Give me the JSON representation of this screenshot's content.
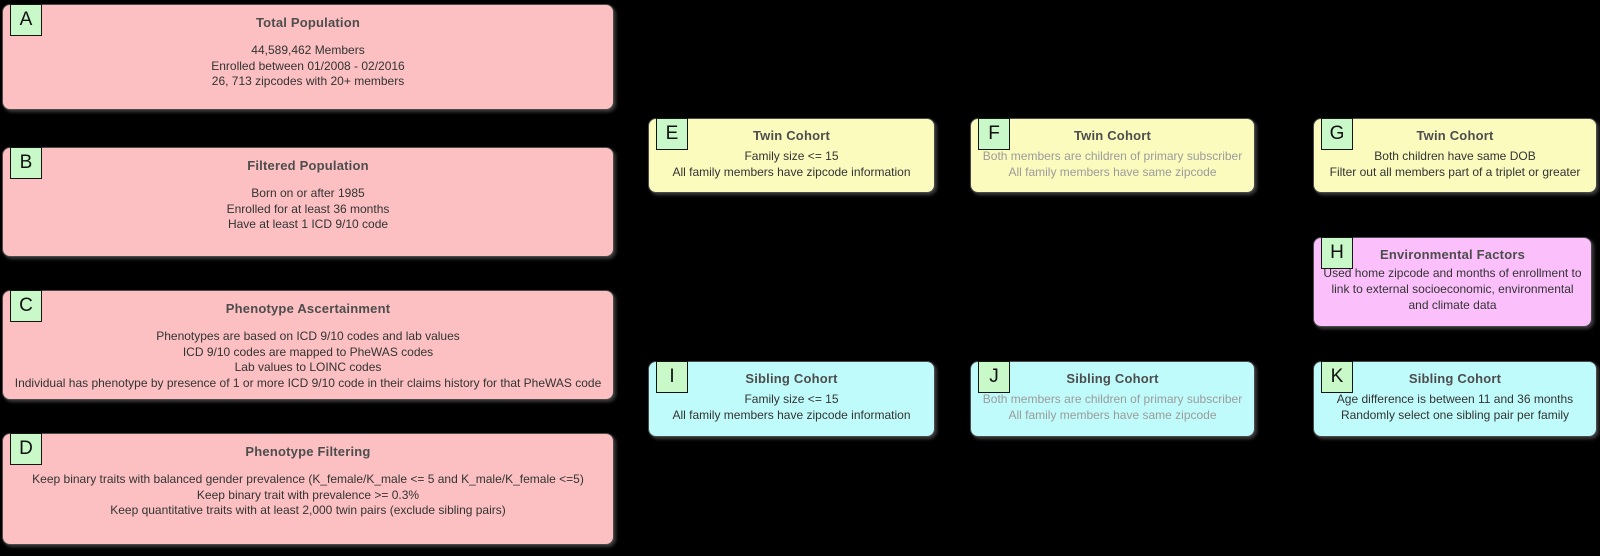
{
  "diagram": {
    "background": "#000000",
    "colors": {
      "population_fill": "#fcc0c2",
      "twin_fill": "#fbfbbe",
      "sibling_fill": "#c0fbfb",
      "environment_fill": "#fbc0fb",
      "badge_fill": "#c9f8c9",
      "box_border": "#4a4a4a",
      "title_text": "#4d4d4d",
      "body_text": "#333333",
      "muted_body_text": "#9b9b9b"
    },
    "nodes": [
      {
        "id": "A",
        "title": "Total Population",
        "lines": [
          "44,589,462 Members",
          "Enrolled between 01/2008 - 02/2016",
          "26, 713 zipcodes with 20+ members"
        ]
      },
      {
        "id": "B",
        "title": "Filtered Population",
        "lines": [
          "Born on or after 1985",
          "Enrolled for at least 36 months",
          "Have at least 1 ICD 9/10 code"
        ]
      },
      {
        "id": "C",
        "title": "Phenotype Ascertainment",
        "lines": [
          "Phenotypes are based on ICD 9/10 codes and lab values",
          "ICD 9/10 codes are mapped to PheWAS codes",
          "Lab values to LOINC codes",
          "Individual has phenotype by presence of 1 or more ICD 9/10 code in their claims history for that PheWAS code"
        ]
      },
      {
        "id": "D",
        "title": "Phenotype Filtering",
        "lines": [
          "Keep binary traits with balanced gender prevalence (K_female/K_male <= 5 and K_male/K_female <=5)",
          "Keep binary trait with prevalence >= 0.3%",
          "Keep quantitative traits with at least 2,000 twin pairs (exclude sibling pairs)"
        ]
      },
      {
        "id": "E",
        "title": "Twin Cohort",
        "lines": [
          "Family size <= 15",
          "All family members have zipcode information"
        ]
      },
      {
        "id": "F",
        "title": "Twin Cohort",
        "lines": [
          "Both members are children of primary subscriber",
          "All family members have same zipcode"
        ]
      },
      {
        "id": "G",
        "title": "Twin Cohort",
        "lines": [
          "Both children have same DOB",
          "Filter out all members part of a triplet or greater"
        ]
      },
      {
        "id": "H",
        "title": "Environmental Factors",
        "lines": [
          "Used home zipcode and months of enrollment to link to external socioeconomic, environmental and climate data"
        ]
      },
      {
        "id": "I",
        "title": "Sibling Cohort",
        "lines": [
          "Family size <= 15",
          "All family members have zipcode information"
        ]
      },
      {
        "id": "J",
        "title": "Sibling Cohort",
        "lines": [
          "Both members are children of primary subscriber",
          "All family members have same zipcode"
        ]
      },
      {
        "id": "K",
        "title": "Sibling Cohort",
        "lines": [
          "Age difference is between 11 and 36 months",
          "Randomly select one sibling pair per family"
        ]
      }
    ]
  }
}
